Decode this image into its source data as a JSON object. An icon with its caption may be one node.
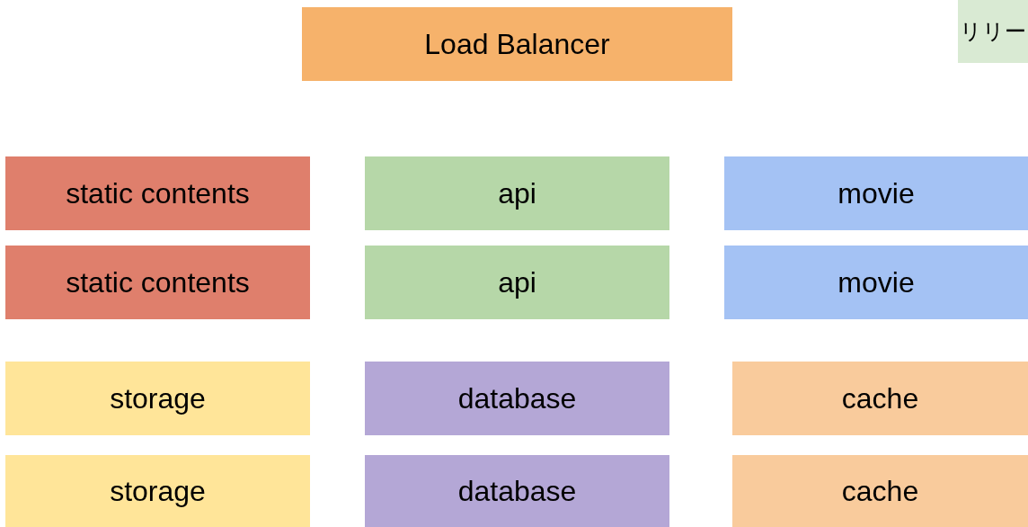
{
  "diagram": {
    "nodes": [
      {
        "text": [
          "Load Balancer"
        ]
      },
      {
        "text": [
          "リリー"
        ]
      },
      {
        "text": [
          "static contents"
        ]
      },
      {
        "text": [
          "api"
        ]
      },
      {
        "text": [
          "movie"
        ]
      },
      {
        "text": [
          "static contents"
        ]
      },
      {
        "text": [
          "api"
        ]
      },
      {
        "text": [
          "movie"
        ]
      },
      {
        "text": [
          "storage"
        ]
      },
      {
        "text": [
          "database"
        ]
      },
      {
        "text": [
          "cache"
        ]
      },
      {
        "text": [
          "storage"
        ]
      },
      {
        "text": [
          "database"
        ]
      },
      {
        "text": [
          "cache"
        ]
      }
    ]
  }
}
